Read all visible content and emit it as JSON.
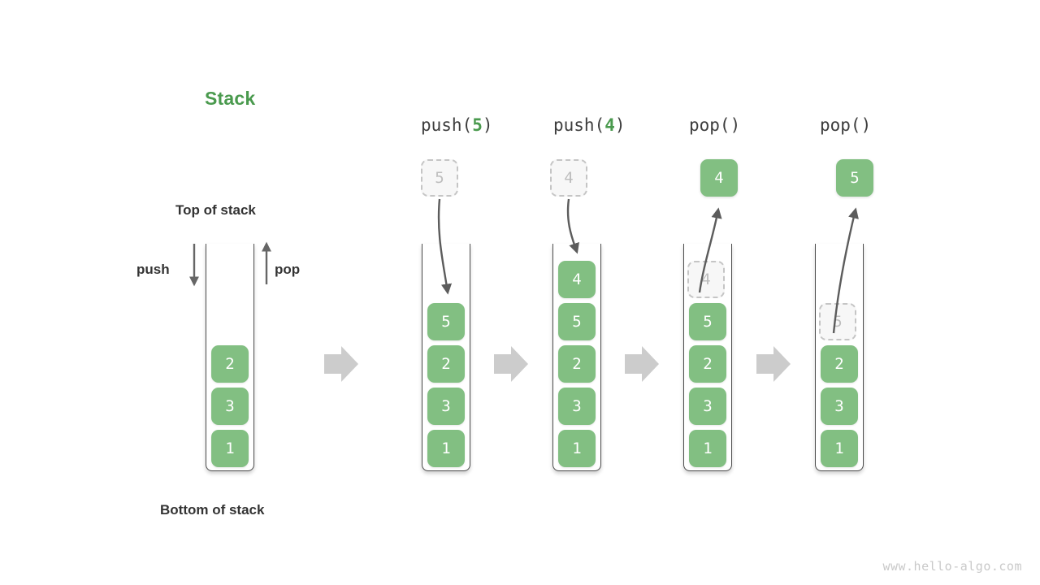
{
  "title": "Stack",
  "labels": {
    "top_of_stack": "Top of stack",
    "bottom_of_stack": "Bottom of stack",
    "push": "push",
    "pop": "pop"
  },
  "colors": {
    "element_green": "#82bf82",
    "title_green": "#4a9a4e",
    "ghost_gray": "#bdbdbd",
    "arrow_gray": "#5c5c5c",
    "transition_arrow_gray": "#cccccc",
    "watermark_gray": "#c9c9c9"
  },
  "operations": [
    {
      "name": "push",
      "prefix": "push(",
      "arg": "5",
      "suffix": ")"
    },
    {
      "name": "push",
      "prefix": "push(",
      "arg": "4",
      "suffix": ")"
    },
    {
      "name": "pop",
      "prefix": "pop(",
      "arg": "",
      "suffix": ")"
    },
    {
      "name": "pop",
      "prefix": "pop(",
      "arg": "",
      "suffix": ")"
    }
  ],
  "stacks": [
    {
      "id": "initial",
      "caption": "",
      "elements": [
        "2",
        "3",
        "1"
      ],
      "ghost_in_stack": null,
      "floating_element": null,
      "floating_ghost": null
    },
    {
      "id": "after-push-5",
      "caption": "push(5)",
      "elements": [
        "5",
        "2",
        "3",
        "1"
      ],
      "ghost_in_stack": null,
      "floating_element": null,
      "floating_ghost": "5"
    },
    {
      "id": "after-push-4",
      "caption": "push(4)",
      "elements": [
        "4",
        "5",
        "2",
        "3",
        "1"
      ],
      "ghost_in_stack": null,
      "floating_element": null,
      "floating_ghost": "4"
    },
    {
      "id": "after-pop-4",
      "caption": "pop()",
      "elements": [
        "5",
        "2",
        "3",
        "1"
      ],
      "ghost_in_stack": "4",
      "floating_element": "4",
      "floating_ghost": null
    },
    {
      "id": "after-pop-5",
      "caption": "pop()",
      "elements": [
        "2",
        "3",
        "1"
      ],
      "ghost_in_stack": "5",
      "floating_element": "5",
      "floating_ghost": null
    }
  ],
  "watermark": "www.hello-algo.com"
}
